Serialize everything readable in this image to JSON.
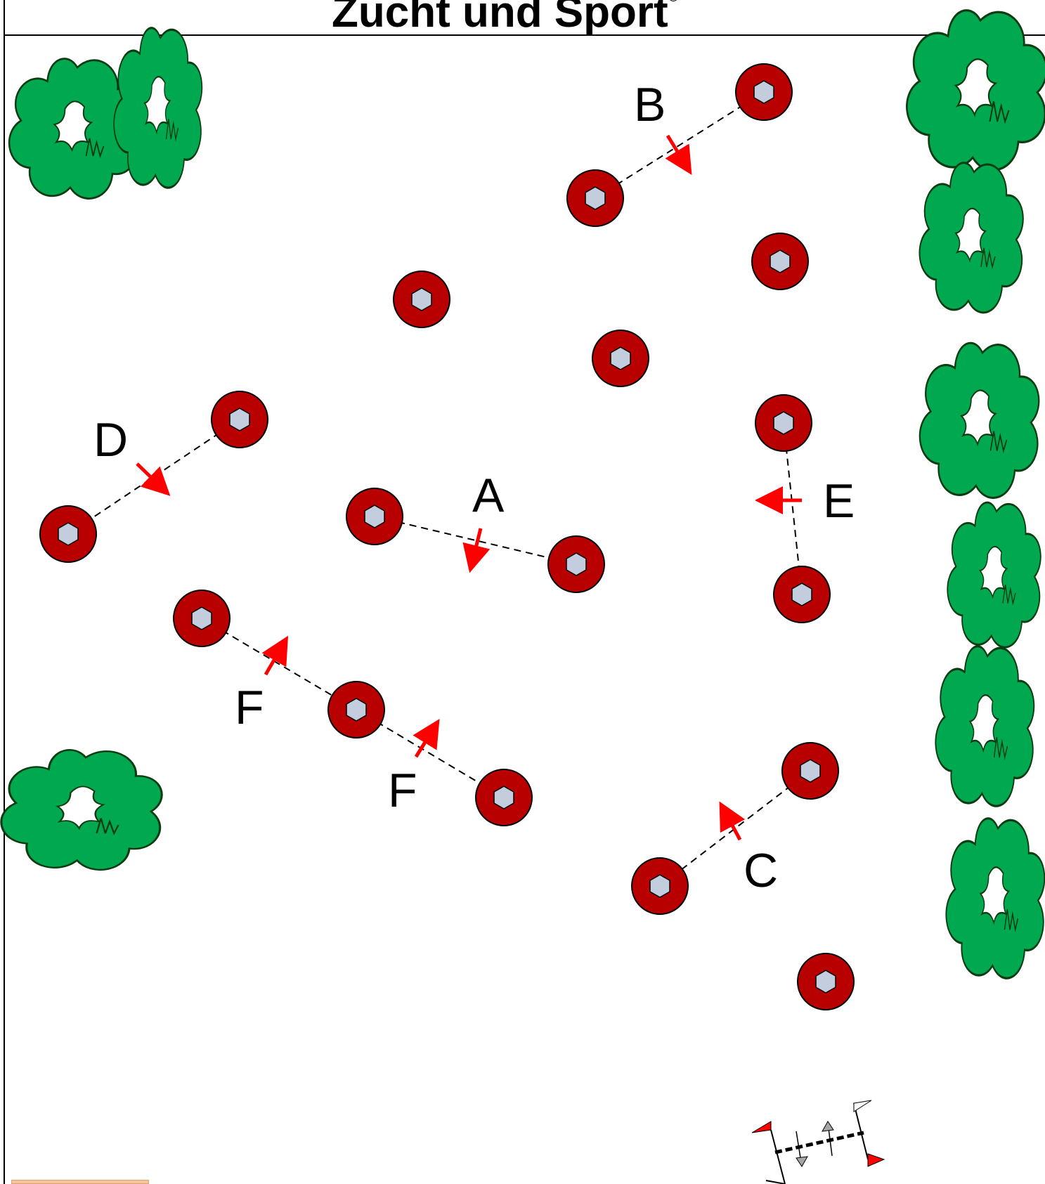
{
  "title": "Zucht und Sport",
  "title_suffix": "®",
  "labels": {
    "A": "A",
    "B": "B",
    "C": "C",
    "D": "D",
    "E": "E",
    "F1": "F",
    "F2": "F"
  },
  "colors": {
    "obstacle_ring": "#b80000",
    "obstacle_center": "#c3cddd",
    "arrow": "#ff0000",
    "bush": "#00a94f",
    "bush_outline": "#005a1e",
    "legend_flag": "#ff0000",
    "legend_arrow": "#a6a6a6"
  },
  "icons": [
    "obstacle-icon",
    "bush-icon",
    "direction-arrow-icon",
    "flag-legend-icon"
  ]
}
